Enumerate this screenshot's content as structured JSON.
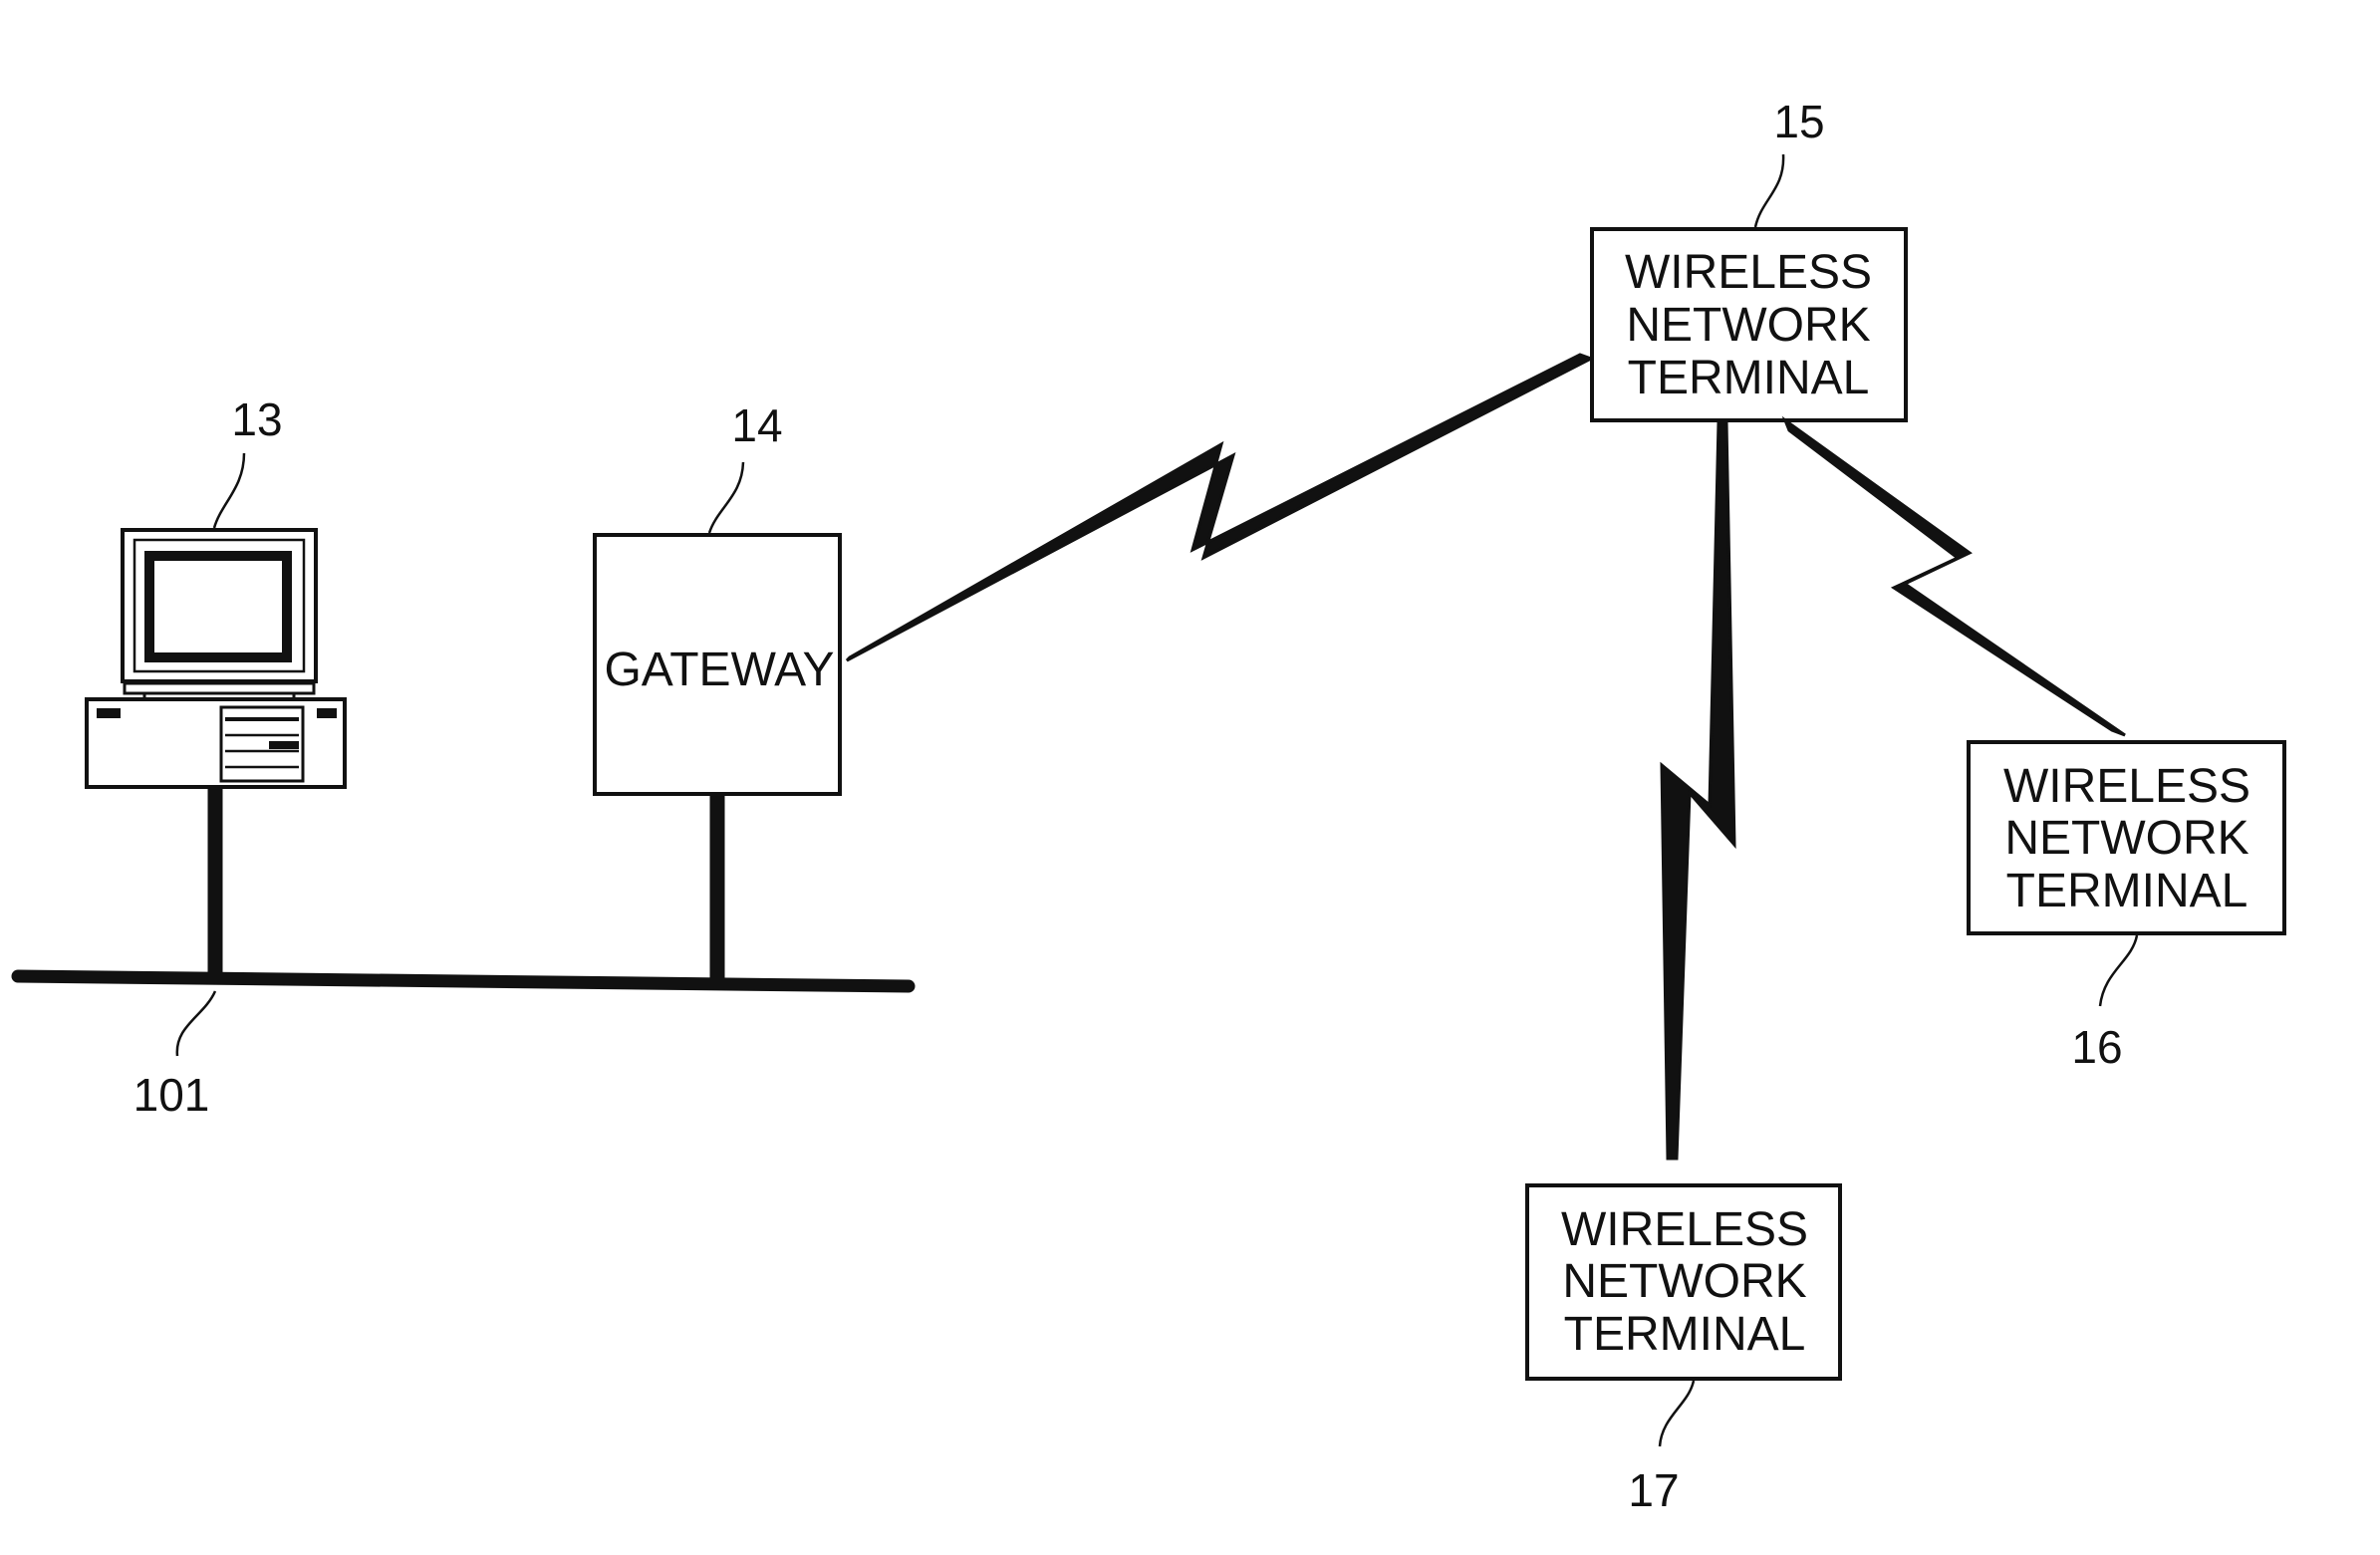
{
  "diagram": {
    "line_color": "#111111",
    "background": "#ffffff",
    "computer": {
      "ref": "13",
      "icon": "desktop-computer-icon"
    },
    "gateway": {
      "ref": "14",
      "label": "GATEWAY"
    },
    "network_bus": {
      "ref": "101"
    },
    "terminal_15": {
      "ref": "15",
      "label_lines": [
        "WIRELESS",
        "NETWORK",
        "TERMINAL"
      ]
    },
    "terminal_16": {
      "ref": "16",
      "label_lines": [
        "WIRELESS",
        "NETWORK",
        "TERMINAL"
      ]
    },
    "terminal_17": {
      "ref": "17",
      "label_lines": [
        "WIRELESS",
        "NETWORK",
        "TERMINAL"
      ]
    }
  }
}
